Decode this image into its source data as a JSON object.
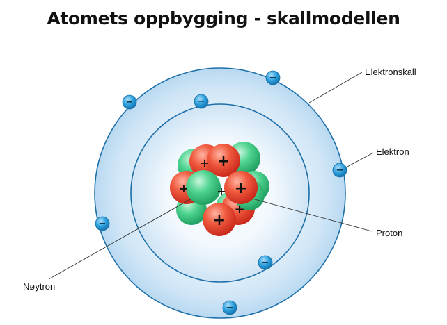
{
  "title": "Atomets oppbygging - skallmodellen",
  "labels": {
    "shell": "Elektronskall",
    "electron": "Elektron",
    "proton": "Proton",
    "neutron": "Nøytron"
  },
  "symbols": {
    "proton": "+",
    "electron": "−"
  },
  "colors": {
    "shell_line": "#1d6fa8",
    "shell_fill": "#d6eaf8",
    "electron": "#2b9fdc",
    "proton": "#e8402d",
    "neutron": "#35c77e"
  }
}
